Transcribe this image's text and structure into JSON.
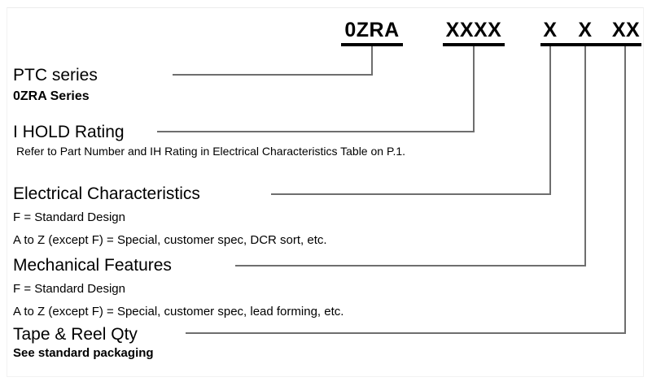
{
  "diagram": {
    "kind": "part-number-decoder",
    "part_number_segments": [
      {
        "name": "series-code",
        "text": "0ZRA"
      },
      {
        "name": "ihold-code",
        "text": "XXXX"
      },
      {
        "name": "electrical-code",
        "text": "X"
      },
      {
        "name": "mechanical-code",
        "text": "X"
      },
      {
        "name": "tape-reel-code",
        "text": "XX"
      }
    ],
    "sections": [
      {
        "id": "ptc-series",
        "title": "PTC series",
        "lines": [
          {
            "style": "bold",
            "text": "0ZRA Series"
          }
        ]
      },
      {
        "id": "ihold-rating",
        "title": "I HOLD Rating",
        "lines": [
          {
            "style": "small",
            "text": "Refer to Part Number and IH Rating in Electrical Characteristics Table on P.1."
          }
        ]
      },
      {
        "id": "electrical-characteristics",
        "title": "Electrical Characteristics",
        "lines": [
          {
            "style": "med",
            "text": "F = Standard Design"
          },
          {
            "style": "med",
            "text": "A to Z (except F) = Special, customer spec, DCR sort, etc."
          }
        ]
      },
      {
        "id": "mechanical-features",
        "title": "Mechanical Features",
        "lines": [
          {
            "style": "med",
            "text": "F = Standard Design"
          },
          {
            "style": "med",
            "text": "A to Z (except F) = Special, customer spec, lead forming, etc."
          }
        ]
      },
      {
        "id": "tape-reel-qty",
        "title": "Tape & Reel Qty",
        "lines": [
          {
            "style": "bold-small",
            "text": "See standard packaging"
          }
        ]
      }
    ],
    "colors": {
      "ink": "#000000",
      "leader_line": "#6e6e6e",
      "background": "#ffffff"
    }
  }
}
